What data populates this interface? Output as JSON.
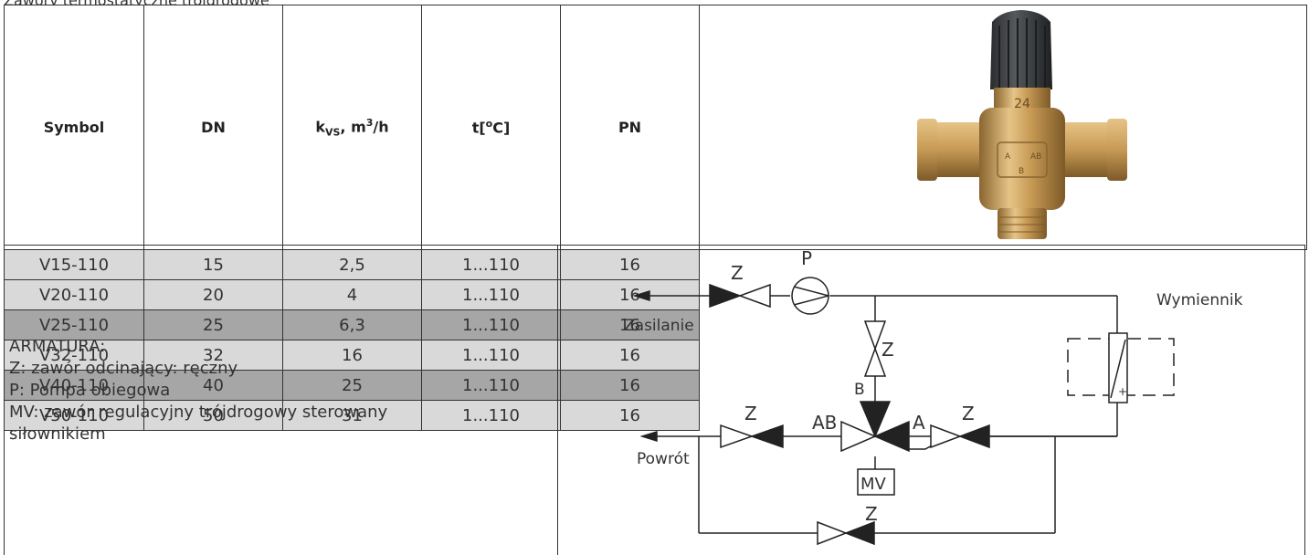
{
  "caption": "Zawory termostatyczne trójdrogowe",
  "table": {
    "headers": [
      "Symbol",
      "DN",
      "kvs, m3/h",
      "t[0C]",
      "PN"
    ],
    "header_kvs": {
      "k": "k",
      "sub": "VS",
      "rest": ", m",
      "sup": "3",
      "tail": "/h"
    },
    "header_t": {
      "pre": "t[",
      "sup": "o",
      "post": "C]"
    },
    "rows": [
      {
        "symbol": "V15-110",
        "dn": "15",
        "kvs": "2,5",
        "t": "1...110",
        "pn": "16",
        "shade": "#d9d9d9"
      },
      {
        "symbol": "V20-110",
        "dn": "20",
        "kvs": "4",
        "t": "1...110",
        "pn": "16",
        "shade": "#d9d9d9"
      },
      {
        "symbol": "V25-110",
        "dn": "25",
        "kvs": "6,3",
        "t": "1...110",
        "pn": "16",
        "shade": "#a6a6a6"
      },
      {
        "symbol": "V32-110",
        "dn": "32",
        "kvs": "16",
        "t": "1...110",
        "pn": "16",
        "shade": "#d9d9d9"
      },
      {
        "symbol": "V40-110",
        "dn": "40",
        "kvs": "25",
        "t": "1...110",
        "pn": "16",
        "shade": "#a6a6a6"
      },
      {
        "symbol": "V50-110",
        "dn": "50",
        "kvs": "31",
        "t": "1...110",
        "pn": "16",
        "shade": "#d9d9d9"
      }
    ]
  },
  "valve_photo": {
    "knob_label": "24",
    "body_marking_a": "A",
    "body_marking_ab": "AB",
    "body_marking_b": "B",
    "colors": {
      "knob": "#3a3d3f",
      "brass": "#c79a55",
      "brass_dark": "#8a6530",
      "brass_light": "#e6c487"
    }
  },
  "legend": {
    "title": "ARMATURA:",
    "lines": [
      "Z: zawór odcinający: ręczny",
      "P: Pompa obiegowa",
      "MV: zawór regulacyjny trójdrogowy sterowany",
      "siłownikiem"
    ]
  },
  "diagram": {
    "supply": "Zasilanie",
    "return": "Powrót",
    "exchanger": "Wymiennik",
    "pump": "P",
    "valve_z": "Z",
    "port_ab": "AB",
    "port_a": "A",
    "port_b": "B",
    "mixing_valve": "MV",
    "plus": "+"
  }
}
